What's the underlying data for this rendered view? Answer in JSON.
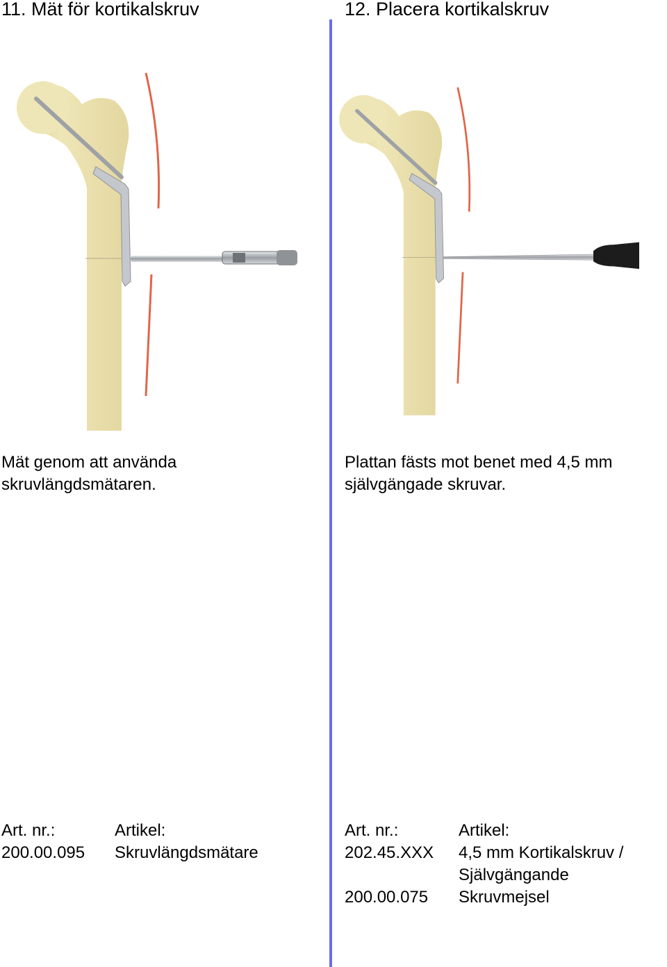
{
  "steps": [
    {
      "title": "11. Mät för kortikalskruv",
      "description_lines": [
        "Mät genom att använda",
        "skruvlängdsmätaren."
      ],
      "illustration": "femur-with-plate-and-screw-length-gauge",
      "table": {
        "header_number": "Art. nr.:",
        "header_article": "Artikel:",
        "rows": [
          {
            "number": "200.00.095",
            "article_lines": [
              "Skruvlängdsmätare"
            ]
          }
        ]
      }
    },
    {
      "title": "12. Placera kortikalskruv",
      "description_lines": [
        "Plattan fästs mot benet med 4,5 mm",
        "självgängade skruvar."
      ],
      "illustration": "femur-with-plate-and-screwdriver",
      "table": {
        "header_number": "Art. nr.:",
        "header_article": "Artikel:",
        "rows": [
          {
            "number": "202.45.XXX",
            "article_lines": [
              "4,5 mm Kortikalskruv /",
              "Självgängande"
            ]
          },
          {
            "number": "200.00.075",
            "article_lines": [
              "Skruvmejsel"
            ]
          }
        ]
      }
    }
  ],
  "colors": {
    "divider": "#6a6af0",
    "bone": "#efe6b8",
    "bone_shadow": "#d9cd92",
    "cortex_line": "#e0664a",
    "metal": "#b9bcc0",
    "handle": "#1c1c1c"
  }
}
